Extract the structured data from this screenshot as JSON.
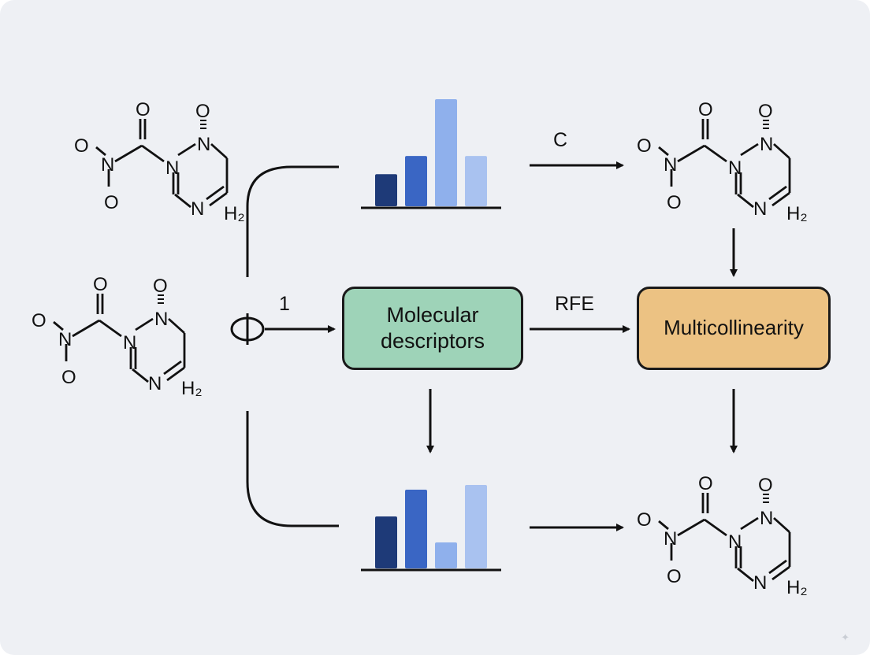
{
  "diagram": {
    "colors": {
      "background": "#eef0f4",
      "ink": "#111111",
      "molecular_box_fill": "#9ed3b8",
      "multicollinearity_box_fill": "#ecc283",
      "bar_dark": "#1e3a78",
      "bar_medium": "#3a66c4",
      "bar_light": "#8fb0ec",
      "bar_pale": "#a9c2f0"
    },
    "nodes": {
      "molecular_descriptors": "Molecular\ndescriptors",
      "multicollinearity": "Multicollinearity"
    },
    "edge_labels": {
      "top_arrow": "C",
      "input_arrow": "1",
      "rfe_arrow": "RFE"
    },
    "molecule_atoms": {
      "oxygen": "O",
      "nitrogen": "N",
      "h2": "H₂"
    },
    "bar_groups": [
      {
        "id": "top",
        "values": [
          0.3,
          0.47,
          1.0,
          0.47
        ]
      },
      {
        "id": "bottom",
        "values": [
          0.66,
          1.0,
          0.33,
          1.06
        ]
      }
    ]
  }
}
